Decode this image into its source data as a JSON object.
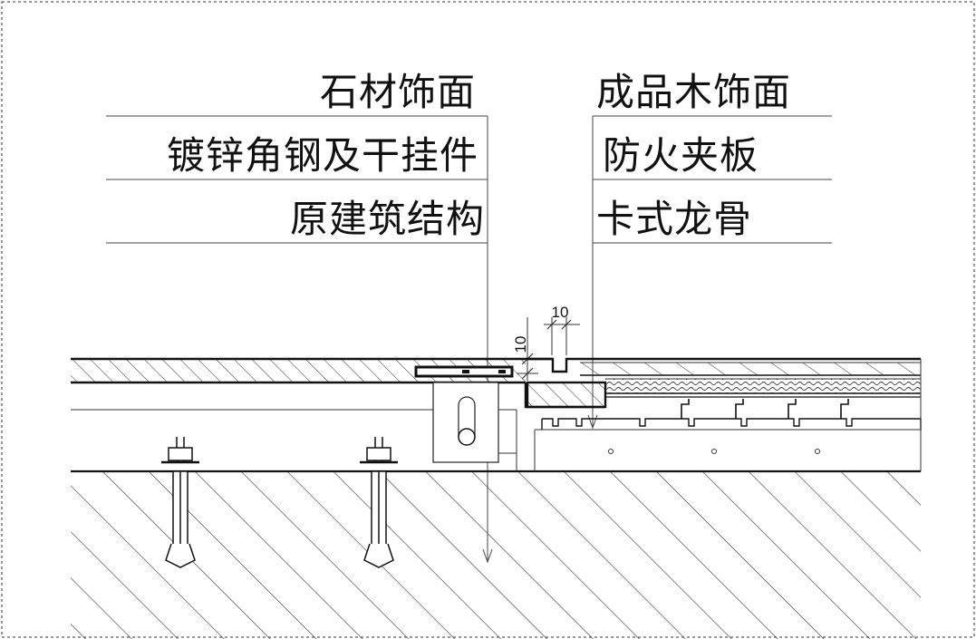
{
  "diagram": {
    "left_labels": [
      "石材饰面",
      "镀锌角钢及干挂件",
      "原建筑结构"
    ],
    "right_labels": [
      "成品木饰面",
      "防火夹板",
      "卡式龙骨"
    ],
    "dimensions": {
      "vertical": "10",
      "horizontal": "10"
    }
  },
  "colors": {
    "line": "#111111",
    "hatch": "#333333",
    "paper": "#ffffff"
  }
}
